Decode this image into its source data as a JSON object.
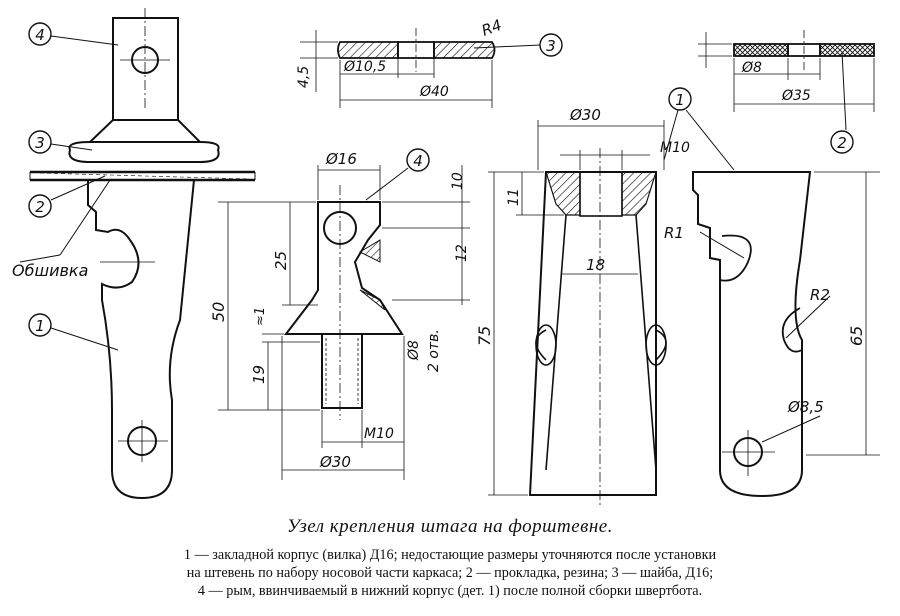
{
  "callouts": {
    "c4_top": "4",
    "c3_left": "3",
    "c2_left": "2",
    "c1_left": "1",
    "c3_washer": "3",
    "c2_gasket": "2",
    "c4_eye": "4",
    "c1_body": "1"
  },
  "labels": {
    "skin": "Обшивка",
    "r4": "R4",
    "d10_5": "Ø10,5",
    "d40": "Ø40",
    "h4_5": "4,5",
    "d8_gasket": "Ø8",
    "d35": "Ø35",
    "d16": "Ø16",
    "dim10": "10",
    "dim25": "25",
    "dim12": "12",
    "dim50": "50",
    "approx1": "≈1",
    "dim19": "19",
    "d8_holes": "Ø8",
    "holes2": "2 отв.",
    "m10_eye": "M10",
    "d30_eye": "Ø30",
    "d30_body": "Ø30",
    "m10_body": "M10",
    "dim11": "11",
    "dim18": "18",
    "dim75": "75",
    "r1": "R1",
    "r2": "R2",
    "dim65": "65",
    "d8_5": "Ø8,5"
  },
  "caption": "Узел крепления штага на форштевне.",
  "legend": [
    "1 — закладной корпус (вилка) Д16; недостающие размеры уточняются после установки",
    "на штевень по набору носовой части каркаса; 2 — прокладка, резина; 3 — шайба, Д16;",
    "4 — рым, ввинчиваемый в нижний корпус (дет. 1) после полной сборки швертбота."
  ]
}
